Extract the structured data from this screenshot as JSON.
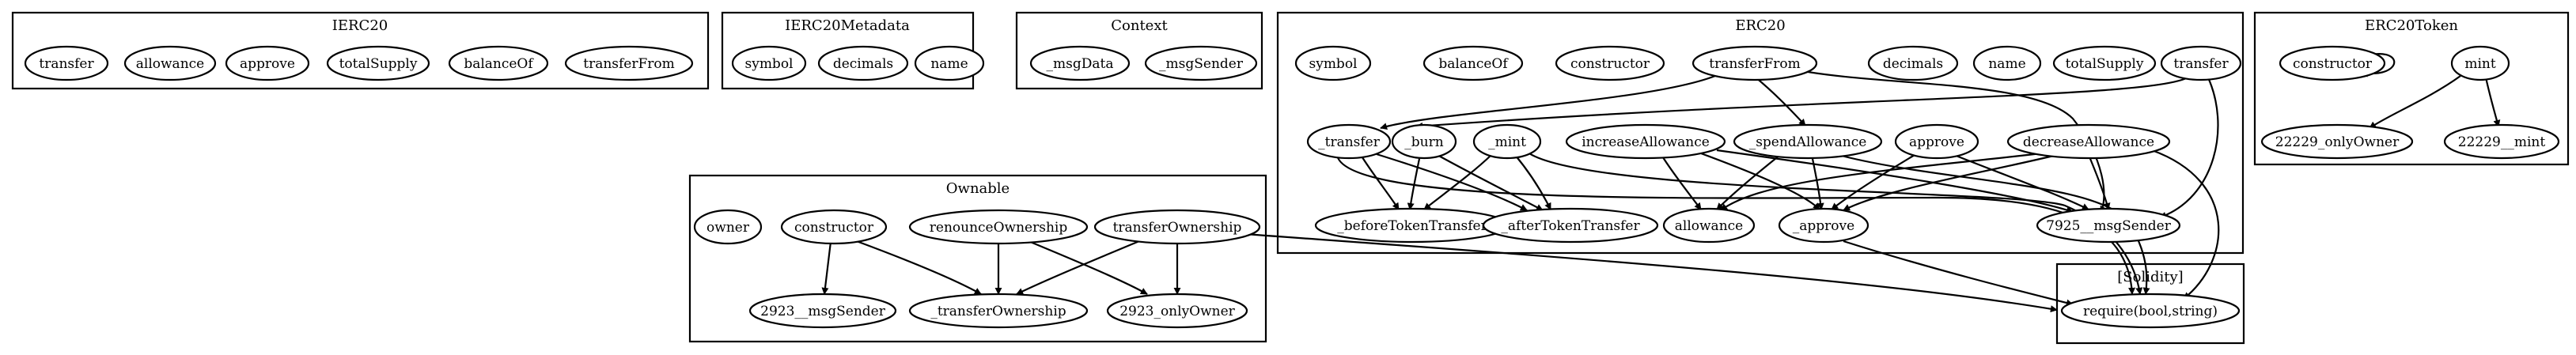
{
  "clusters": {
    "ierc20": "IERC20",
    "ierc20metadata": "IERC20Metadata",
    "context": "Context",
    "erc20": "ERC20",
    "erc20token": "ERC20Token",
    "ownable": "Ownable",
    "solidity": "[Solidity]"
  },
  "nodes": {
    "ierc20_transfer": "transfer",
    "ierc20_allowance": "allowance",
    "ierc20_approve": "approve",
    "ierc20_totalsupply": "totalSupply",
    "ierc20_balanceof": "balanceOf",
    "ierc20_transferfrom": "transferFrom",
    "meta_symbol": "symbol",
    "meta_decimals": "decimals",
    "meta_name": "name",
    "ctx_msgdata": "_msgData",
    "ctx_msgsender": "_msgSender",
    "erc20_symbol": "symbol",
    "erc20_balanceof": "balanceOf",
    "erc20_constructor": "constructor",
    "erc20_transferfrom": "transferFrom",
    "erc20_decimals": "decimals",
    "erc20_name": "name",
    "erc20_totalsupply": "totalSupply",
    "erc20_transfer": "transfer",
    "erc20__transfer": "_transfer",
    "erc20__burn": "_burn",
    "erc20__mint": "_mint",
    "erc20_increaseallowance": "increaseAllowance",
    "erc20__spendallowance": "_spendAllowance",
    "erc20_approve": "approve",
    "erc20_decreaseallowance": "decreaseAllowance",
    "erc20__beforetokentransfer": "_beforeTokenTransfer",
    "erc20__aftertokentransfer": "_afterTokenTransfer",
    "erc20_allowance": "allowance",
    "erc20__approve": "_approve",
    "erc20_msgsender": "7925__msgSender",
    "tok_constructor": "constructor",
    "tok_mint": "mint",
    "tok_onlyowner": "22229_onlyOwner",
    "tok__mint": "22229__mint",
    "own_owner": "owner",
    "own_constructor": "constructor",
    "own_renounce": "renounceOwnership",
    "own_transferownership": "transferOwnership",
    "own_msgsender": "2923__msgSender",
    "own__transferownership": "_transferOwnership",
    "own_onlyowner": "2923_onlyOwner",
    "sol_require": "require(bool,string)"
  }
}
